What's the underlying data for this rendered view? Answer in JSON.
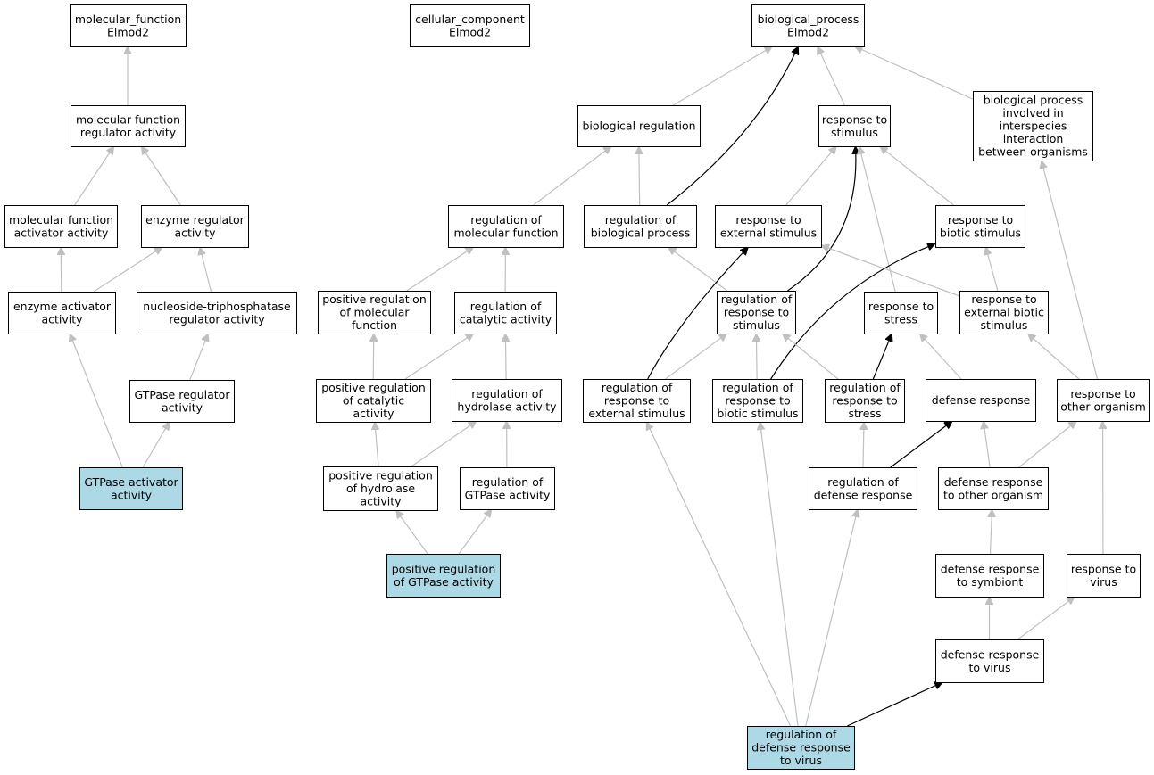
{
  "colors": {
    "highlight": "#add8e6",
    "edge_gray": "#c0c0c0",
    "edge_black": "#000000",
    "box_border": "#000000"
  },
  "nodes": {
    "mf_root": {
      "lines": [
        "molecular_function",
        "Elmod2"
      ]
    },
    "cc_root": {
      "lines": [
        "cellular_component",
        "Elmod2"
      ]
    },
    "bp_root": {
      "lines": [
        "biological_process",
        "Elmod2"
      ]
    },
    "mf_reg": {
      "lines": [
        "molecular function",
        "regulator activity"
      ]
    },
    "mf_act": {
      "lines": [
        "molecular function",
        "activator activity"
      ]
    },
    "enz_reg": {
      "lines": [
        "enzyme regulator",
        "activity"
      ]
    },
    "enz_act": {
      "lines": [
        "enzyme activator",
        "activity"
      ]
    },
    "ntp_reg": {
      "lines": [
        "nucleoside-triphosphatase",
        "regulator activity"
      ]
    },
    "gtpase_reg": {
      "lines": [
        "GTPase regulator",
        "activity"
      ]
    },
    "gtpase_act": {
      "lines": [
        "GTPase activator",
        "activity"
      ],
      "highlight": true
    },
    "bio_reg": {
      "lines": [
        "biological regulation"
      ]
    },
    "reg_mf": {
      "lines": [
        "regulation of",
        "molecular function"
      ]
    },
    "pos_reg_mf": {
      "lines": [
        "positive regulation",
        "of molecular",
        "function"
      ]
    },
    "reg_cat": {
      "lines": [
        "regulation of",
        "catalytic activity"
      ]
    },
    "pos_reg_cat": {
      "lines": [
        "positive regulation",
        "of catalytic",
        "activity"
      ]
    },
    "reg_hyd": {
      "lines": [
        "regulation of",
        "hydrolase activity"
      ]
    },
    "pos_reg_hyd": {
      "lines": [
        "positive regulation",
        "of hydrolase",
        "activity"
      ]
    },
    "reg_gtp": {
      "lines": [
        "regulation of",
        "GTPase activity"
      ]
    },
    "pos_reg_gtp": {
      "lines": [
        "positive regulation",
        "of GTPase activity"
      ],
      "highlight": true
    },
    "reg_bp": {
      "lines": [
        "regulation of",
        "biological process"
      ]
    },
    "resp_stim": {
      "lines": [
        "response to",
        "stimulus"
      ]
    },
    "bp_inter": {
      "lines": [
        "biological process",
        "involved in",
        "interspecies",
        "interaction",
        "between organisms"
      ]
    },
    "resp_ext": {
      "lines": [
        "response to",
        "external stimulus"
      ]
    },
    "resp_bio": {
      "lines": [
        "response to",
        "biotic stimulus"
      ]
    },
    "reg_resp_stim": {
      "lines": [
        "regulation of",
        "response to",
        "stimulus"
      ]
    },
    "resp_stress": {
      "lines": [
        "response to",
        "stress"
      ]
    },
    "resp_ext_bio": {
      "lines": [
        "response to",
        "external biotic",
        "stimulus"
      ]
    },
    "reg_resp_ext": {
      "lines": [
        "regulation of",
        "response to",
        "external stimulus"
      ]
    },
    "reg_resp_bio": {
      "lines": [
        "regulation of",
        "response to",
        "biotic stimulus"
      ]
    },
    "reg_resp_stress": {
      "lines": [
        "regulation of",
        "response to",
        "stress"
      ]
    },
    "def_resp": {
      "lines": [
        "defense response"
      ]
    },
    "resp_other": {
      "lines": [
        "response to",
        "other organism"
      ]
    },
    "reg_def": {
      "lines": [
        "regulation of",
        "defense response"
      ]
    },
    "def_other": {
      "lines": [
        "defense response",
        "to other organism"
      ]
    },
    "def_symb": {
      "lines": [
        "defense response",
        "to symbiont"
      ]
    },
    "resp_virus": {
      "lines": [
        "response to",
        "virus"
      ]
    },
    "def_virus": {
      "lines": [
        "defense response",
        "to virus"
      ]
    },
    "reg_def_virus": {
      "lines": [
        "regulation of",
        "defense response",
        "to virus"
      ],
      "highlight": true
    }
  },
  "edges": [
    {
      "from": "mf_reg",
      "to": "mf_root",
      "color": "gray"
    },
    {
      "from": "mf_act",
      "to": "mf_reg",
      "color": "gray"
    },
    {
      "from": "enz_reg",
      "to": "mf_reg",
      "color": "gray"
    },
    {
      "from": "enz_act",
      "to": "mf_act",
      "color": "gray"
    },
    {
      "from": "enz_act",
      "to": "enz_reg",
      "color": "gray"
    },
    {
      "from": "ntp_reg",
      "to": "enz_reg",
      "color": "gray"
    },
    {
      "from": "gtpase_reg",
      "to": "ntp_reg",
      "color": "gray"
    },
    {
      "from": "gtpase_act",
      "to": "enz_act",
      "color": "gray"
    },
    {
      "from": "gtpase_act",
      "to": "gtpase_reg",
      "color": "gray"
    },
    {
      "from": "bio_reg",
      "to": "bp_root",
      "color": "gray"
    },
    {
      "from": "reg_bp",
      "to": "bp_root",
      "color": "black"
    },
    {
      "from": "resp_stim",
      "to": "bp_root",
      "color": "gray"
    },
    {
      "from": "bp_inter",
      "to": "bp_root",
      "color": "gray"
    },
    {
      "from": "reg_mf",
      "to": "bio_reg",
      "color": "gray"
    },
    {
      "from": "reg_bp",
      "to": "bio_reg",
      "color": "gray"
    },
    {
      "from": "pos_reg_mf",
      "to": "reg_mf",
      "color": "gray"
    },
    {
      "from": "reg_cat",
      "to": "reg_mf",
      "color": "gray"
    },
    {
      "from": "pos_reg_cat",
      "to": "pos_reg_mf",
      "color": "gray"
    },
    {
      "from": "pos_reg_cat",
      "to": "reg_cat",
      "color": "gray"
    },
    {
      "from": "reg_hyd",
      "to": "reg_cat",
      "color": "gray"
    },
    {
      "from": "pos_reg_hyd",
      "to": "pos_reg_cat",
      "color": "gray"
    },
    {
      "from": "pos_reg_hyd",
      "to": "reg_hyd",
      "color": "gray"
    },
    {
      "from": "reg_gtp",
      "to": "reg_hyd",
      "color": "gray"
    },
    {
      "from": "pos_reg_gtp",
      "to": "pos_reg_hyd",
      "color": "gray"
    },
    {
      "from": "pos_reg_gtp",
      "to": "reg_gtp",
      "color": "gray"
    },
    {
      "from": "resp_ext",
      "to": "resp_stim",
      "color": "gray"
    },
    {
      "from": "resp_bio",
      "to": "resp_stim",
      "color": "gray"
    },
    {
      "from": "reg_resp_stim",
      "to": "resp_stim",
      "color": "black"
    },
    {
      "from": "resp_stress",
      "to": "resp_stim",
      "color": "gray"
    },
    {
      "from": "reg_resp_stim",
      "to": "reg_bp",
      "color": "gray"
    },
    {
      "from": "resp_ext_bio",
      "to": "resp_ext",
      "color": "gray"
    },
    {
      "from": "resp_ext_bio",
      "to": "resp_bio",
      "color": "gray"
    },
    {
      "from": "reg_resp_ext",
      "to": "resp_ext",
      "color": "black"
    },
    {
      "from": "reg_resp_ext",
      "to": "reg_resp_stim",
      "color": "gray"
    },
    {
      "from": "reg_resp_bio",
      "to": "resp_bio",
      "color": "black"
    },
    {
      "from": "reg_resp_bio",
      "to": "reg_resp_stim",
      "color": "gray"
    },
    {
      "from": "reg_resp_stress",
      "to": "reg_resp_stim",
      "color": "gray"
    },
    {
      "from": "reg_resp_stress",
      "to": "resp_stress",
      "color": "black"
    },
    {
      "from": "def_resp",
      "to": "resp_stress",
      "color": "gray"
    },
    {
      "from": "resp_other",
      "to": "resp_ext_bio",
      "color": "gray"
    },
    {
      "from": "resp_other",
      "to": "bp_inter",
      "color": "gray"
    },
    {
      "from": "reg_def",
      "to": "reg_resp_stress",
      "color": "gray"
    },
    {
      "from": "reg_def",
      "to": "def_resp",
      "color": "black"
    },
    {
      "from": "def_other",
      "to": "def_resp",
      "color": "gray"
    },
    {
      "from": "def_other",
      "to": "resp_other",
      "color": "gray"
    },
    {
      "from": "def_symb",
      "to": "def_other",
      "color": "gray"
    },
    {
      "from": "resp_virus",
      "to": "resp_other",
      "color": "gray"
    },
    {
      "from": "def_virus",
      "to": "def_symb",
      "color": "gray"
    },
    {
      "from": "def_virus",
      "to": "resp_virus",
      "color": "gray"
    },
    {
      "from": "reg_def_virus",
      "to": "reg_resp_ext",
      "color": "gray"
    },
    {
      "from": "reg_def_virus",
      "to": "reg_resp_bio",
      "color": "gray"
    },
    {
      "from": "reg_def_virus",
      "to": "reg_def",
      "color": "gray"
    },
    {
      "from": "reg_def_virus",
      "to": "def_virus",
      "color": "black"
    }
  ]
}
